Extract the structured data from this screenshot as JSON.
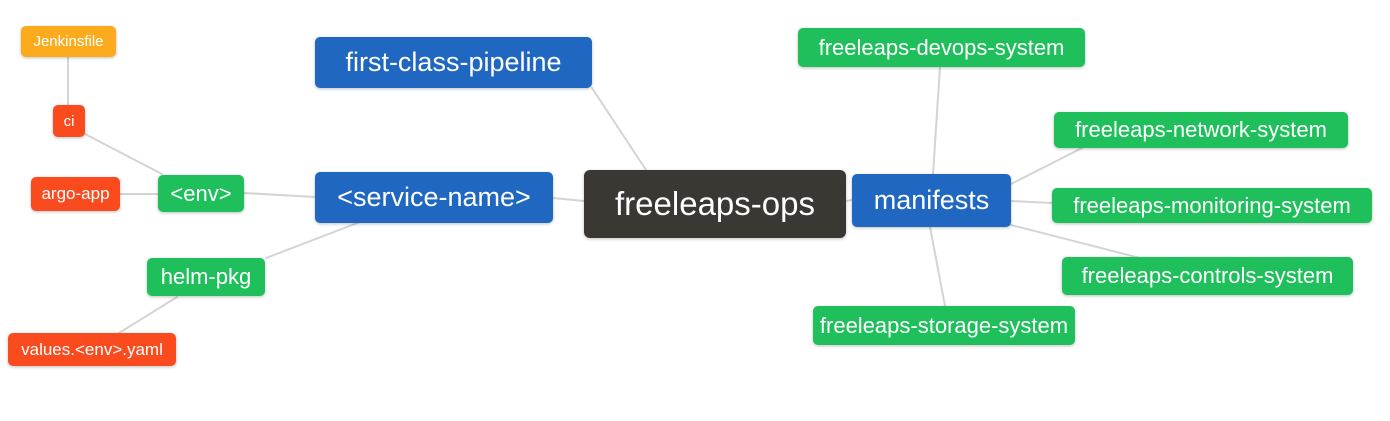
{
  "diagram": {
    "type": "mindmap",
    "root_label": "freeleaps-ops",
    "colors": {
      "root": "#3b3733",
      "primary_blue": "#1f67c0",
      "green": "#1fc05c",
      "red": "#fa4b1e",
      "orange": "#fbab1c",
      "edge": "#d4d4d4",
      "text": "#ffffff",
      "background": "#ffffff"
    },
    "nodes": [
      {
        "id": "jenkinsfile",
        "label": "Jenkinsfile",
        "level": "leaf"
      },
      {
        "id": "ci",
        "label": "ci",
        "level": "sub-branch"
      },
      {
        "id": "argo-app",
        "label": "argo-app",
        "level": "sub-branch"
      },
      {
        "id": "env",
        "label": "<env>",
        "level": "branch"
      },
      {
        "id": "helm-pkg",
        "label": "helm-pkg",
        "level": "branch"
      },
      {
        "id": "values-env-yaml",
        "label": "values.<env>.yaml",
        "level": "sub-branch"
      },
      {
        "id": "first-class-pipeline",
        "label": "first-class-pipeline",
        "level": "main-topic"
      },
      {
        "id": "service-name",
        "label": "<service-name>",
        "level": "main-topic"
      },
      {
        "id": "freeleaps-ops",
        "label": "freeleaps-ops",
        "level": "root"
      },
      {
        "id": "manifests",
        "label": "manifests",
        "level": "main-topic"
      },
      {
        "id": "freeleaps-devops-system",
        "label": "freeleaps-devops-system",
        "level": "branch"
      },
      {
        "id": "freeleaps-network-system",
        "label": "freeleaps-network-system",
        "level": "branch"
      },
      {
        "id": "freeleaps-monitoring-system",
        "label": "freeleaps-monitoring-system",
        "level": "branch"
      },
      {
        "id": "freeleaps-controls-system",
        "label": "freeleaps-controls-system",
        "level": "branch"
      },
      {
        "id": "freeleaps-storage-system",
        "label": "freeleaps-storage-system",
        "level": "branch"
      }
    ],
    "edges": [
      {
        "from": "Jenkinsfile",
        "to": "ci"
      },
      {
        "from": "ci",
        "to": "<env>"
      },
      {
        "from": "argo-app",
        "to": "<env>"
      },
      {
        "from": "<env>",
        "to": "<service-name>"
      },
      {
        "from": "helm-pkg",
        "to": "<service-name>"
      },
      {
        "from": "values.<env>.yaml",
        "to": "helm-pkg"
      },
      {
        "from": "first-class-pipeline",
        "to": "freeleaps-ops"
      },
      {
        "from": "<service-name>",
        "to": "freeleaps-ops"
      },
      {
        "from": "freeleaps-ops",
        "to": "manifests"
      },
      {
        "from": "manifests",
        "to": "freeleaps-devops-system"
      },
      {
        "from": "manifests",
        "to": "freeleaps-network-system"
      },
      {
        "from": "manifests",
        "to": "freeleaps-monitoring-system"
      },
      {
        "from": "manifests",
        "to": "freeleaps-controls-system"
      },
      {
        "from": "manifests",
        "to": "freeleaps-storage-system"
      }
    ]
  }
}
